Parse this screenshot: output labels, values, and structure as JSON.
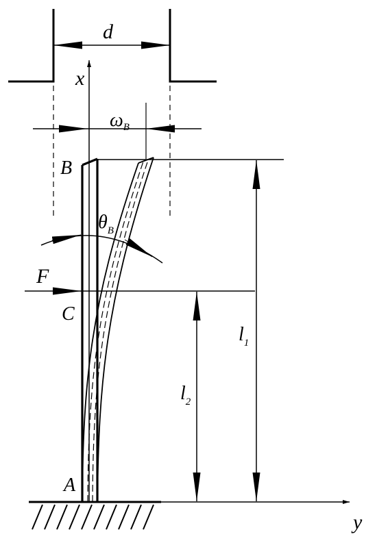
{
  "labels": {
    "d": "d",
    "x": "x",
    "y": "y",
    "omega": "ω",
    "omega_sub": "B",
    "theta": "θ",
    "theta_sub": "B",
    "B": "B",
    "F": "F",
    "C": "C",
    "A": "A",
    "l1": "l",
    "l1_sub": "1",
    "l2": "l",
    "l2_sub": "2"
  },
  "colors": {
    "ink": "#000000",
    "background": "#ffffff"
  }
}
